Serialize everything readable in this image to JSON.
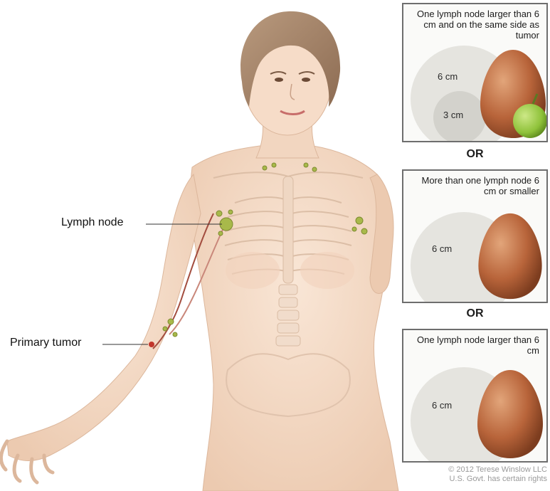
{
  "figure": {
    "icons": [
      "woman-torso-illustration",
      "egg-icon",
      "grape-icon"
    ]
  },
  "callouts": {
    "lymph_node": "Lymph node",
    "primary_tumor": "Primary tumor"
  },
  "panels": [
    {
      "caption": "One lymph node larger than 6 cm and on the same side as tumor",
      "disc_large_label": "6 cm",
      "disc_small_label": "3 cm"
    },
    {
      "caption": "More than one lymph node 6 cm or smaller",
      "disc_large_label": "6 cm"
    },
    {
      "caption": "One lymph node larger than 6 cm",
      "disc_large_label": "6 cm"
    }
  ],
  "separators": [
    "OR",
    "OR"
  ],
  "copyright": {
    "line1": "© 2012 Terese Winslow LLC",
    "line2": "U.S. Govt. has certain rights"
  },
  "colors": {
    "skin": "#f3d9c4",
    "lymph_green": "#a8b94a",
    "tumor_red": "#c2362b",
    "egg": "#b8643a",
    "grape": "#8fc23a",
    "panel_border": "#6e6e6e"
  }
}
